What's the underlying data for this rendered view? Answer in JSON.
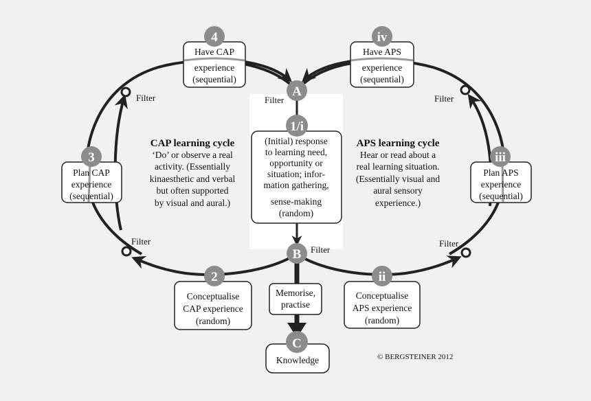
{
  "nodes": {
    "a": "A",
    "b": "B",
    "c": "C",
    "one": "1/i",
    "two": "2",
    "three": "3",
    "four": "4",
    "ii": "ii",
    "iii": "iii",
    "iv": "iv"
  },
  "filter_label": "Filter",
  "cap": {
    "title": "CAP learning cycle",
    "desc": [
      "‘Do’ or observe a real",
      "activity. (Essentially",
      "kinaesthetic and verbal",
      "but often supported",
      "by visual and aural.)"
    ],
    "box4": [
      "Have CAP",
      "experience",
      "(sequential)"
    ],
    "box3": [
      "Plan CAP",
      "experience",
      "(sequential)"
    ],
    "box2": [
      "Conceptualise",
      "CAP experience",
      "(random)"
    ]
  },
  "aps": {
    "title": "APS learning cycle",
    "desc": [
      "Hear or read about a",
      "real learning situation.",
      "(Essentially visual and",
      "aural sensory",
      "experience.)"
    ],
    "boxiv": [
      "Have APS",
      "experience",
      "(sequential)"
    ],
    "boxiii": [
      "Plan APS",
      "experience",
      "(sequential)"
    ],
    "boxii": [
      "Conceptualise",
      "APS experience",
      "(random)"
    ]
  },
  "center": {
    "box1": [
      "(Initial) response",
      "to learning need,",
      "opportunity or",
      "situation; infor-",
      "mation gathering,",
      "sense-making",
      "(random)"
    ],
    "memorise": [
      "Memorise,",
      "practise"
    ],
    "knowledge": "Knowledge"
  },
  "copyright": "© BERGSTEINER 2012",
  "colors": {
    "background": "#f1f1f1",
    "badge": "#8c8c8c",
    "line": "#222222",
    "center_panel": "#ffffff"
  }
}
